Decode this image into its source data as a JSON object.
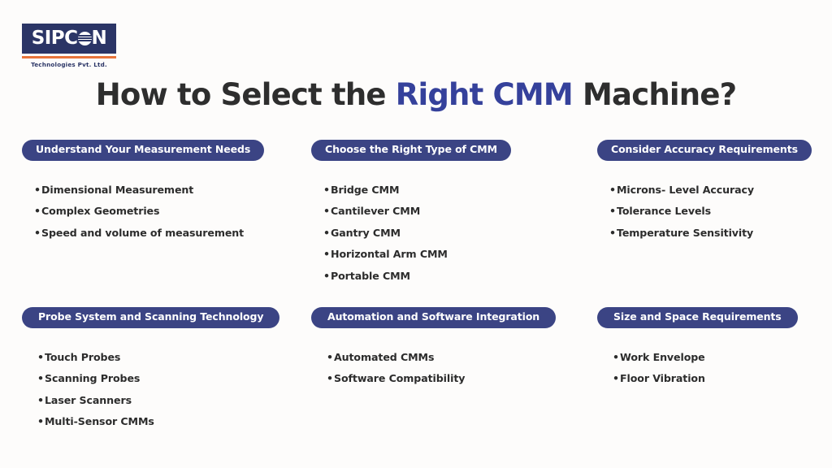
{
  "logo": {
    "wordmark_part1": "SIPC",
    "wordmark_part2": "N",
    "globe_icon": "globe-icon",
    "tagline": "Technologies Pvt. Ltd.",
    "badge_color": "#2b3566",
    "rule_color": "#e8743b"
  },
  "title": {
    "lead": "How to Select the ",
    "accent": "Right CMM",
    "tail": " Machine?",
    "accent_color": "#35419b",
    "text_color": "#2e2e2e"
  },
  "theme": {
    "background": "#fdfcfb",
    "pill_background": "#3b4484",
    "pill_text": "#ffffff",
    "body_text": "#2c2c2c"
  },
  "sections": [
    {
      "heading": "Understand Your Measurement Needs",
      "items": [
        "Dimensional Measurement",
        "Complex Geometries",
        "Speed and volume of measurement"
      ]
    },
    {
      "heading": "Choose the Right Type of CMM",
      "items": [
        "Bridge CMM",
        "Cantilever CMM",
        "Gantry CMM",
        "Horizontal Arm CMM",
        "Portable CMM"
      ]
    },
    {
      "heading": "Consider Accuracy Requirements",
      "items": [
        "Microns- Level Accuracy",
        "Tolerance Levels",
        "Temperature Sensitivity"
      ]
    },
    {
      "heading": "Probe System and Scanning Technology",
      "items": [
        "Touch Probes",
        "Scanning Probes",
        "Laser Scanners",
        "Multi-Sensor CMMs"
      ]
    },
    {
      "heading": "Automation and Software Integration",
      "items": [
        "Automated CMMs",
        "Software Compatibility"
      ]
    },
    {
      "heading": "Size and Space Requirements",
      "items": [
        "Work Envelope",
        "Floor Vibration"
      ]
    }
  ],
  "bullet_glyph": "•"
}
